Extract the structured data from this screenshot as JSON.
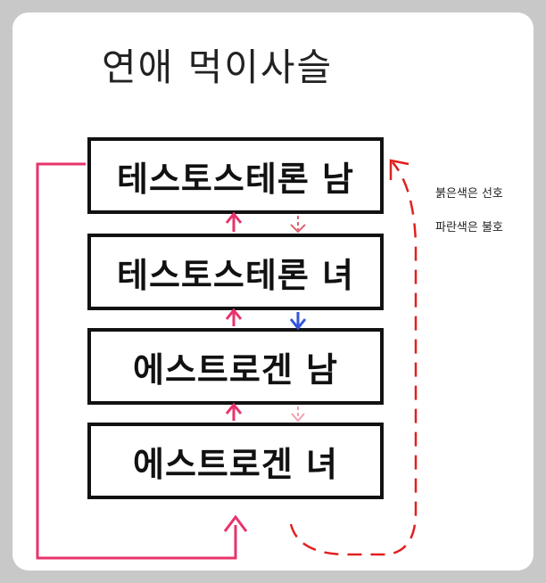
{
  "title": "연애 먹이사슬",
  "boxes": [
    {
      "label": "테스토스테론 남"
    },
    {
      "label": "테스토스테론 녀"
    },
    {
      "label": "에스트로겐 남"
    },
    {
      "label": "에스트로겐 녀"
    }
  ],
  "legend": {
    "red": "붉은색은 선호",
    "blue": "파란색은 불호"
  },
  "colors": {
    "prefer": "#e8336a",
    "dislike": "#3355dd",
    "dashed_prefer": "#e02020",
    "box_border": "#111111"
  }
}
